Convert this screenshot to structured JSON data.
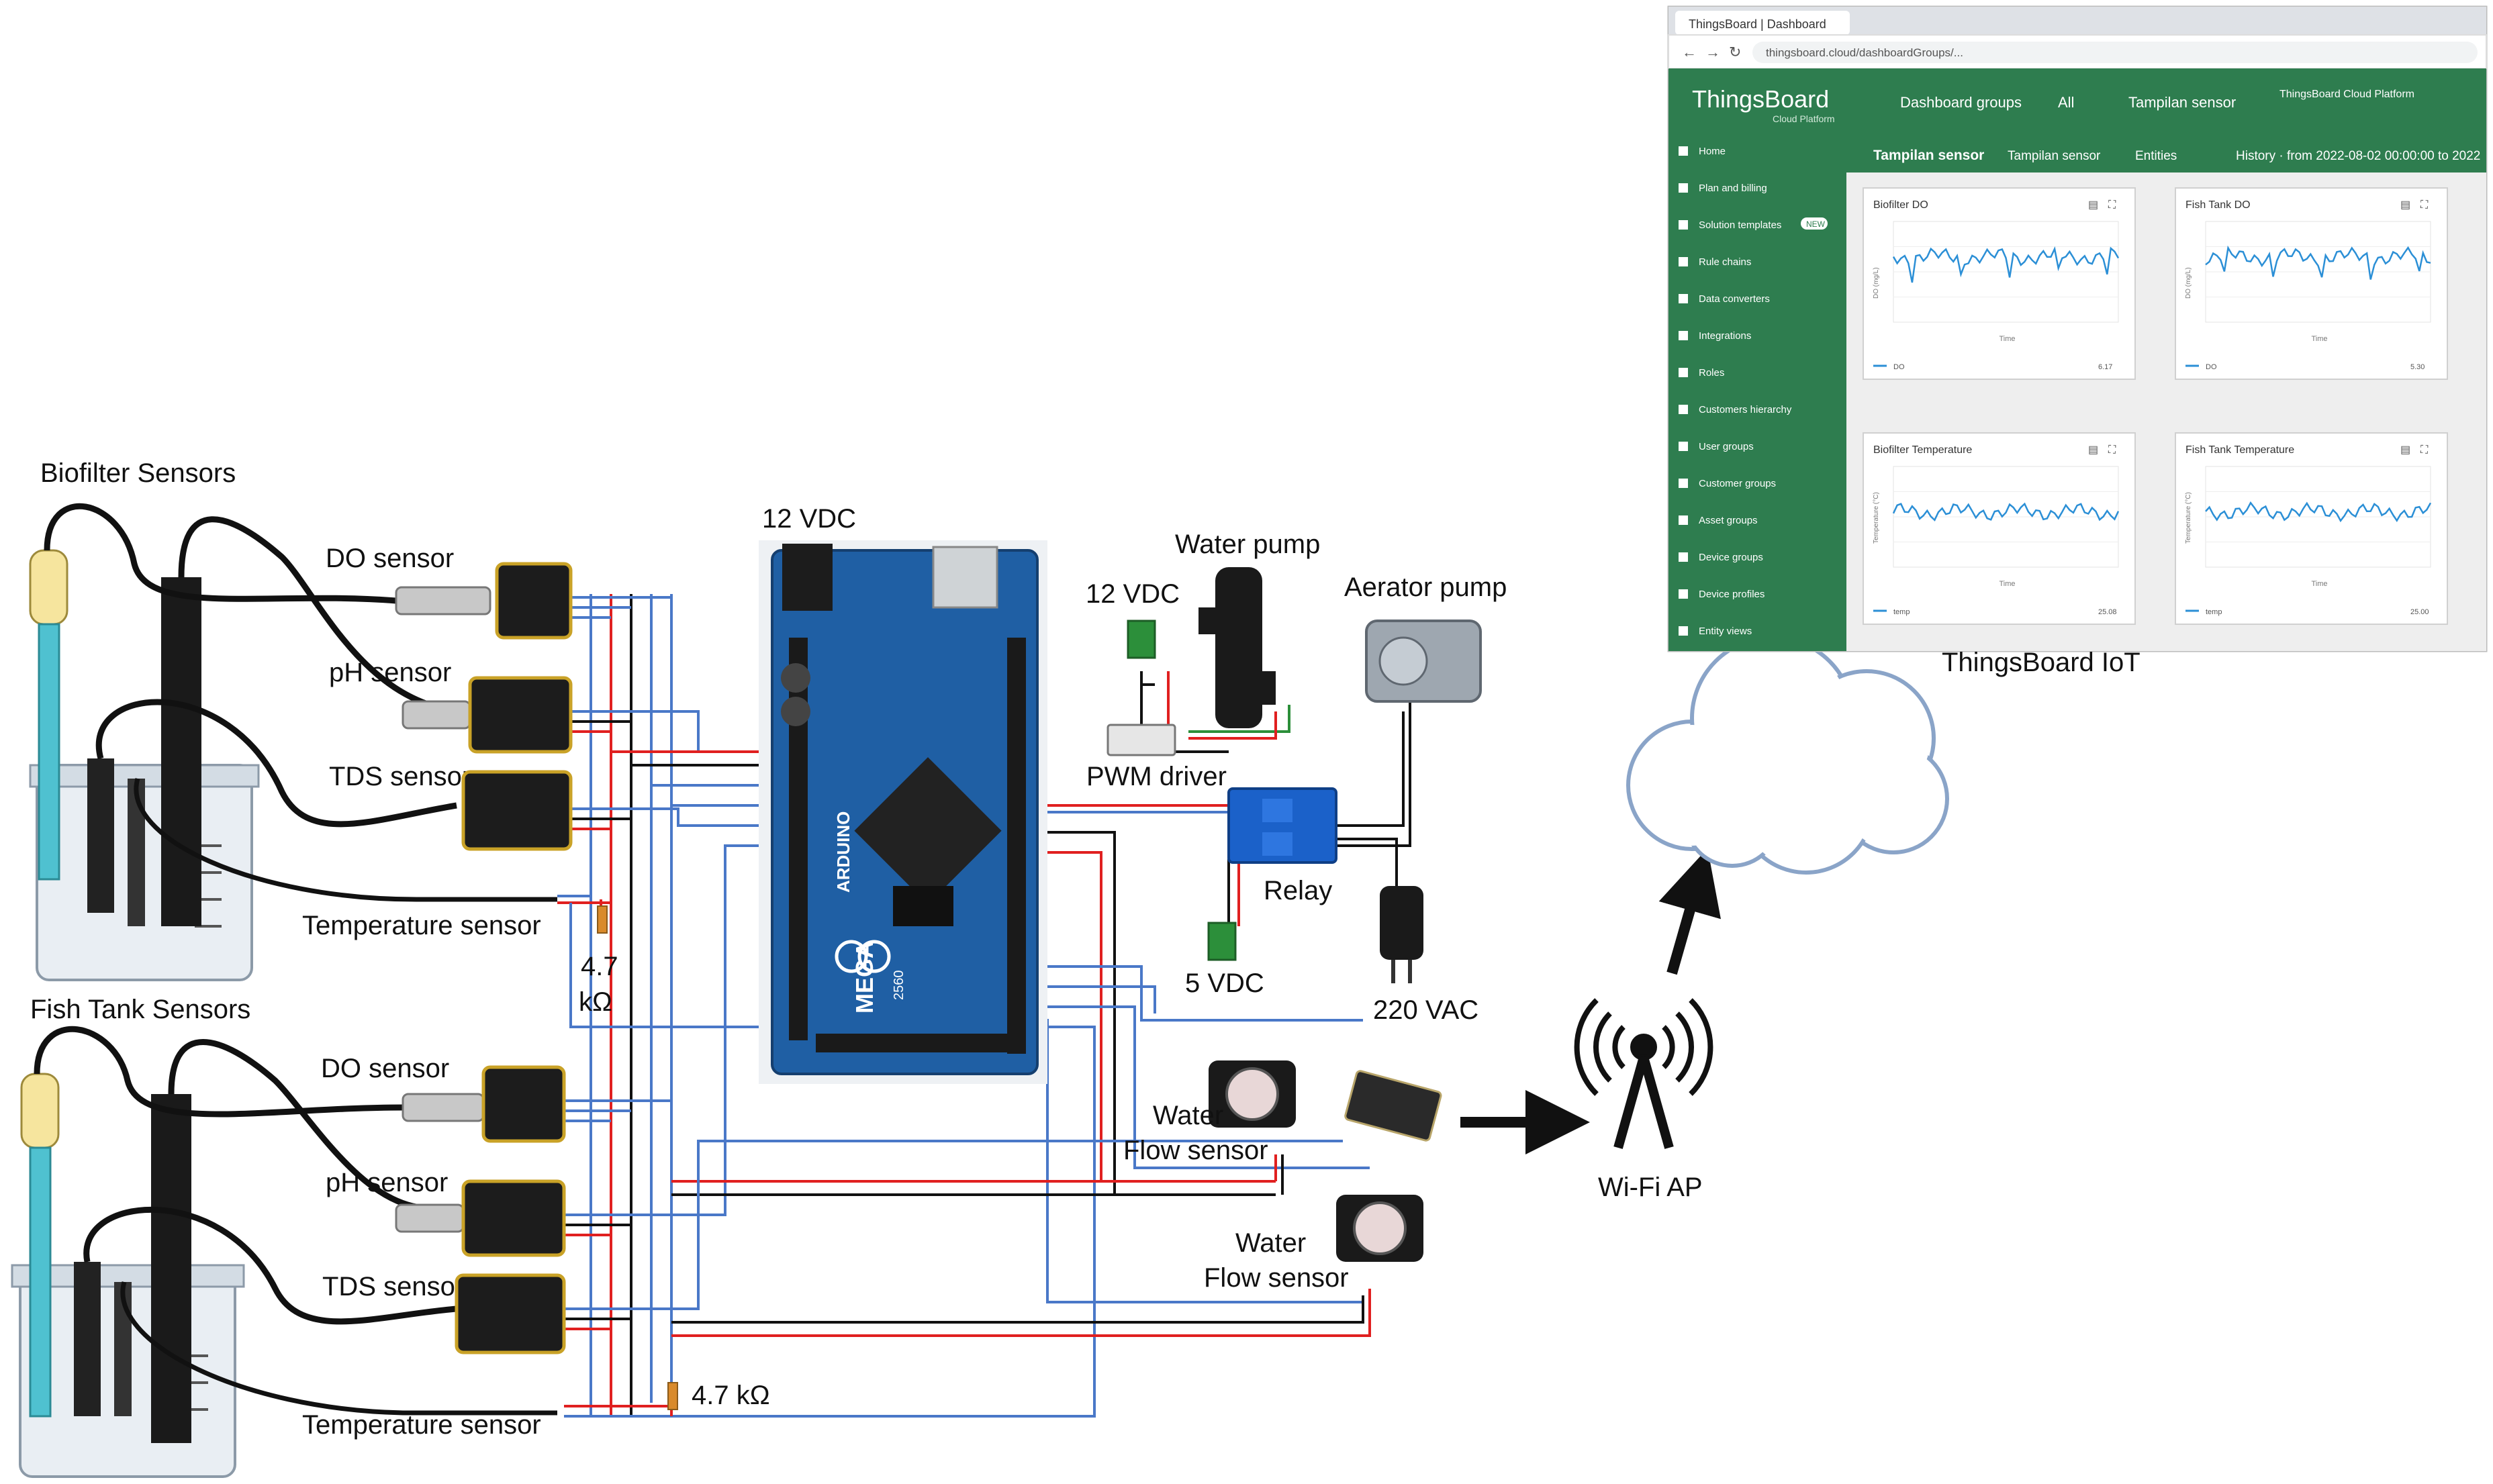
{
  "labels": {
    "biofilter_sensors": "Biofilter Sensors",
    "fish_tank_sensors": "Fish Tank Sensors",
    "do_sensor": "DO sensor",
    "ph_sensor": "pH sensor",
    "tds_sensor": "TDS sensor",
    "temperature_sensor": "Temperature sensor",
    "resistor_top_a": "4.7",
    "resistor_top_b": "kΩ",
    "resistor_bottom": "4.7 kΩ",
    "supply_12vdc_mega": "12 VDC",
    "water_pump": "Water pump",
    "supply_12vdc_pump": "12 VDC",
    "aerator_pump": "Aerator pump",
    "pwm_driver": "PWM driver",
    "relay": "Relay",
    "supply_5vdc": "5 VDC",
    "supply_220vac": "220 VAC",
    "water_flow_sensor_1a": "Water",
    "water_flow_sensor_1b": "Flow sensor",
    "water_flow_sensor_2a": "Water",
    "water_flow_sensor_2b": "Flow sensor",
    "wifi_ap": "Wi-Fi AP",
    "thingsboard_iot": "ThingsBoard IoT"
  },
  "board": {
    "brand_text": "ARDUINO",
    "model_text": "MEGA",
    "suffix_text": "2560"
  },
  "dashboard": {
    "tab_title": "ThingsBoard | Dashboard",
    "url": "thingsboard.cloud/dashboardGroups/...",
    "brand": "ThingsBoard",
    "brand_sub": "Cloud Platform",
    "breadcrumb": [
      "Dashboard groups",
      "All",
      "Tampilan sensor"
    ],
    "header_right": "ThingsBoard Cloud Platform",
    "toolbar": {
      "title": "Tampilan sensor",
      "state": "Tampilan sensor",
      "entities": "Entities",
      "history": "History · from 2022-08-02 00:00:00 to 2022"
    },
    "sidebar": [
      "Home",
      "Plan and billing",
      "Solution templates",
      "Rule chains",
      "Data converters",
      "Integrations",
      "Roles",
      "Customers hierarchy",
      "User groups",
      "Customer groups",
      "Asset groups",
      "Device groups",
      "Device profiles",
      "Entity views"
    ],
    "sidebar_badge": "NEW",
    "widgets": [
      {
        "title": "Biofilter DO",
        "ylabel": "DO (mg/L)",
        "xlabel": "Time",
        "legend": "DO",
        "value": "6.17"
      },
      {
        "title": "Fish Tank DO",
        "ylabel": "DO (mg/L)",
        "xlabel": "Time",
        "legend": "DO",
        "value": "5.30"
      },
      {
        "title": "Biofilter Temperature",
        "ylabel": "Temperature (°C)",
        "xlabel": "Time",
        "legend": "temp",
        "value": "25.08"
      },
      {
        "title": "Fish Tank Temperature",
        "ylabel": "Temperature (°C)",
        "xlabel": "Time",
        "legend": "temp",
        "value": "25.00"
      }
    ]
  },
  "colors": {
    "wire_blue": "#4a78c8",
    "wire_red": "#e02020",
    "wire_black": "#111111",
    "board_blue": "#1f5fa4",
    "tb_green": "#2e7d4f",
    "chart_blue": "#2b8fd6",
    "cloud_edge": "#8aa4c8"
  }
}
